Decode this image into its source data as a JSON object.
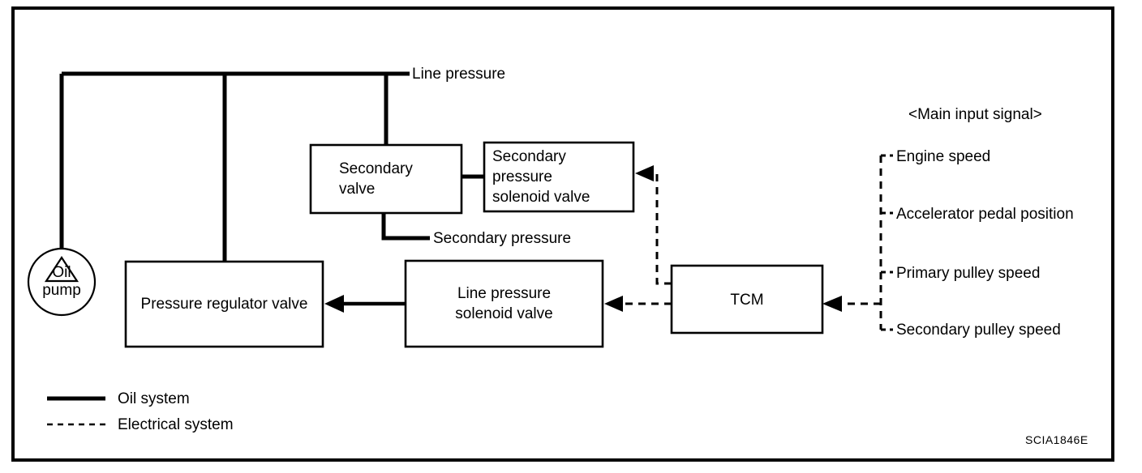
{
  "figure": {
    "plate_code": "SCIA1846E",
    "border_color": "#000000",
    "line_color": "#000000",
    "background": "#ffffff"
  },
  "flow_labels": {
    "line_pressure": "Line pressure",
    "secondary_pressure": "Secondary pressure"
  },
  "components": {
    "oil_pump": "Oil\npump",
    "pressure_regulator_valve": "Pressure regulator valve",
    "secondary_valve": "Secondary\nvalve",
    "secondary_pressure_solenoid_valve": "Secondary\npressure\nsolenoid valve",
    "line_pressure_solenoid_valve": "Line pressure\nsolenoid valve",
    "tcm": "TCM"
  },
  "input_signals": {
    "heading": "<Main input signal>",
    "items": [
      "Engine speed",
      "Accelerator pedal position",
      "Primary pulley speed",
      "Secondary pulley speed"
    ]
  },
  "legend": {
    "items": [
      {
        "label": "Oil system",
        "style": "solid"
      },
      {
        "label": "Electrical system",
        "style": "dashed"
      }
    ]
  }
}
